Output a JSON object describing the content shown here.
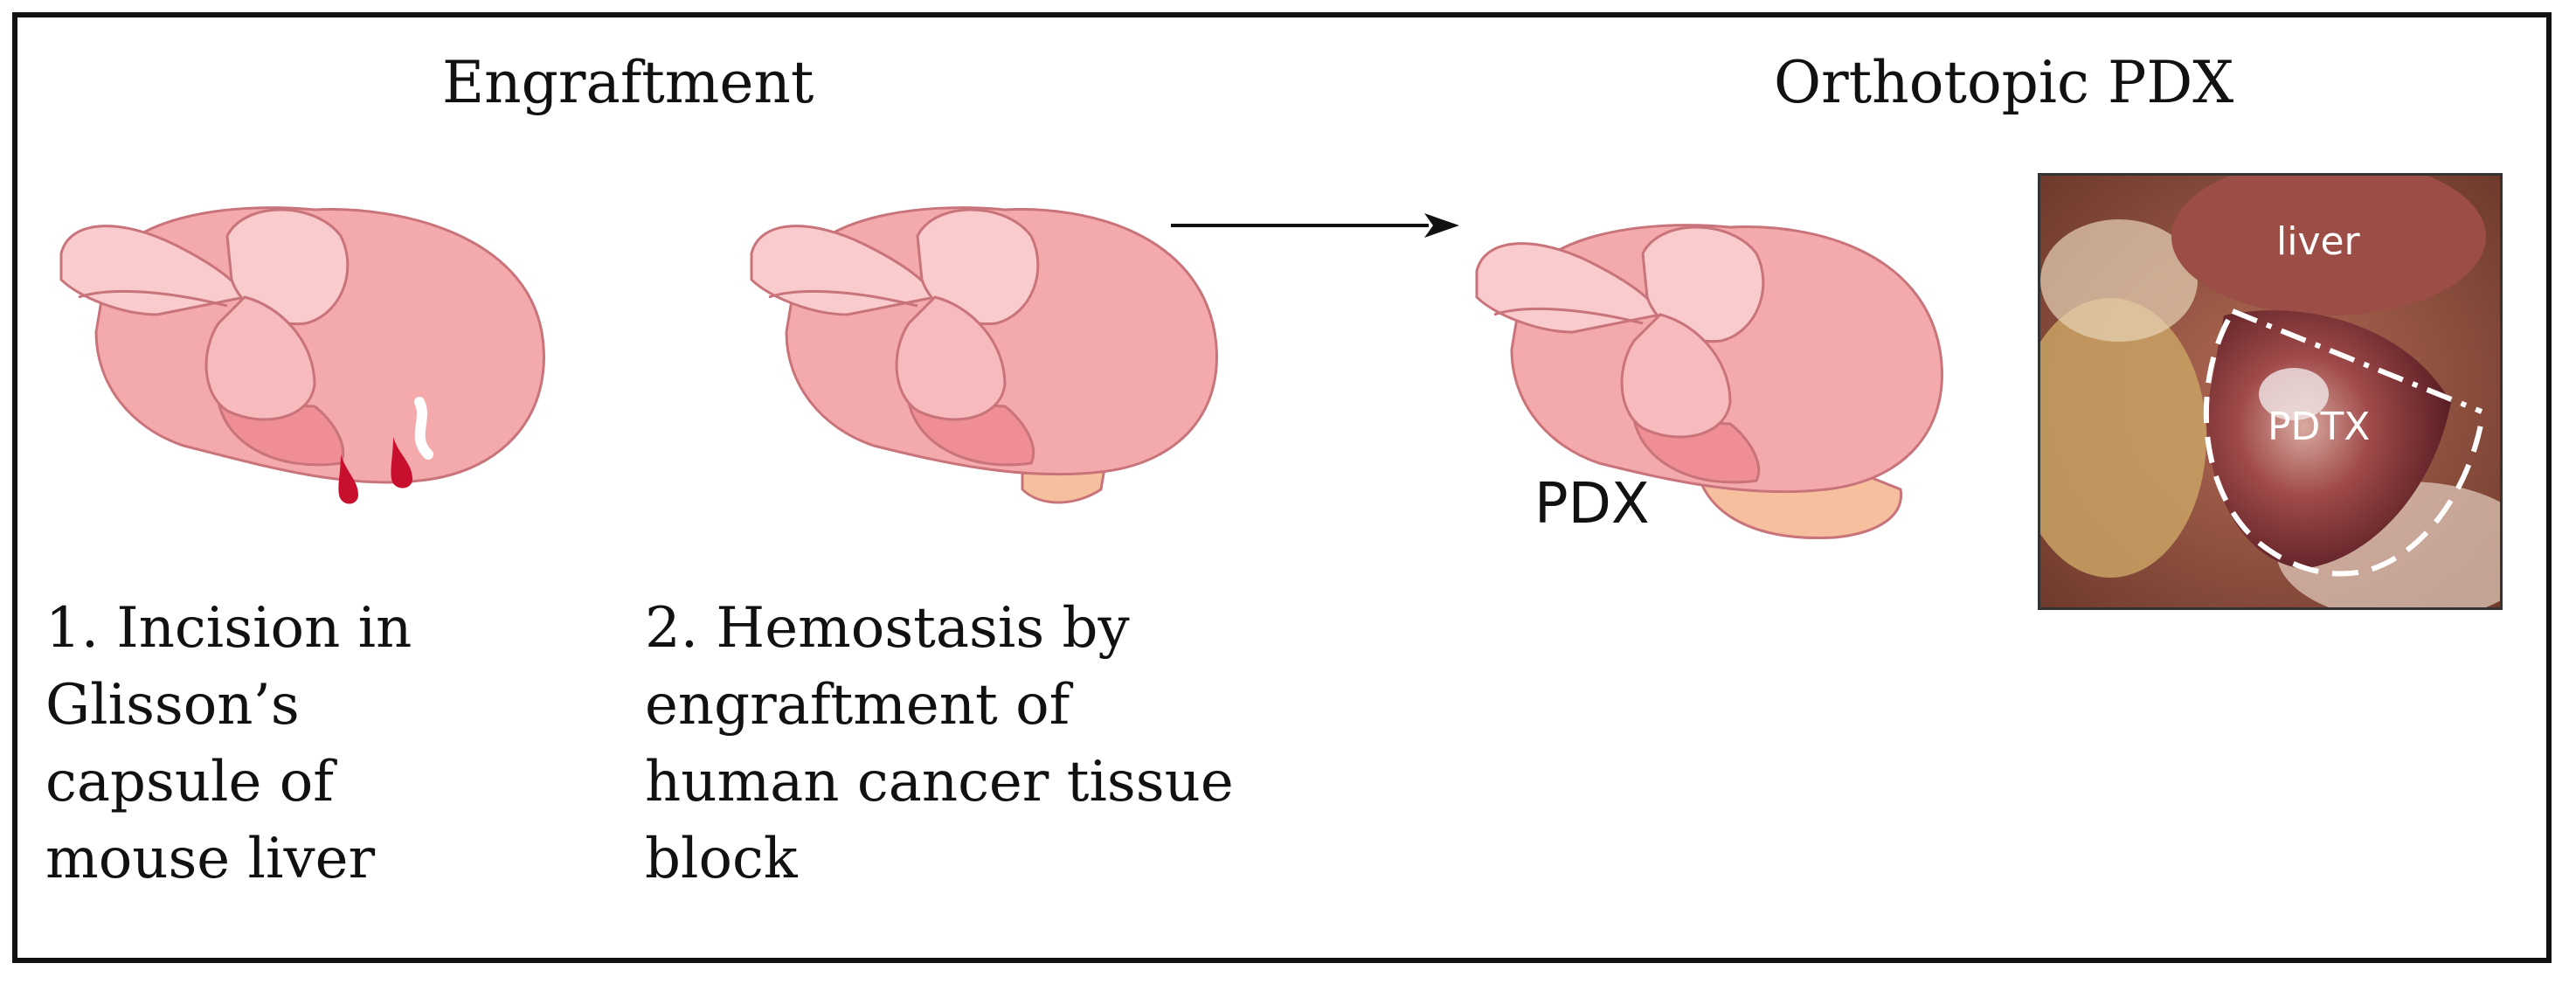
{
  "headings": {
    "engraftment": "Engraftment",
    "orthotopic": "Orthotopic PDX"
  },
  "steps": [
    {
      "lines": [
        "1. Incision in",
        "Glisson’s",
        "capsule of",
        "mouse liver"
      ]
    },
    {
      "lines": [
        "2. Hemostasis by",
        "engraftment of",
        "human cancer tissue",
        "block"
      ]
    }
  ],
  "labels": {
    "pdx": "PDX",
    "photo_liver": "liver",
    "photo_tumor": "PDTX"
  },
  "colors": {
    "liver_fill": "#f4a9ad",
    "liver_light": "#f9cbcd",
    "liver_outline": "#c9737a",
    "blood": "#c8102e",
    "tissue_block": "#f6c09f",
    "frame": "#111111"
  }
}
